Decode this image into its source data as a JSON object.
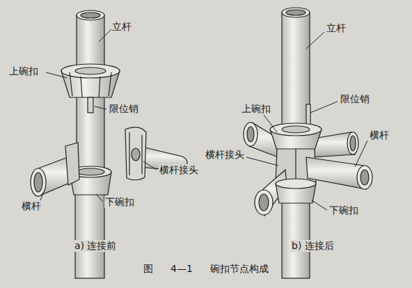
{
  "diagram": {
    "caption": "图 4—1 碗扣节点构成",
    "labels": [
      "立杆",
      "上碗扣",
      "限位销",
      "横杆接头",
      "横杆",
      "下碗扣",
      "a) 连接前",
      "立杆",
      "限位销",
      "上碗扣",
      "横杆",
      "横杆接头",
      "下碗扣",
      "b) 连接后"
    ]
  }
}
